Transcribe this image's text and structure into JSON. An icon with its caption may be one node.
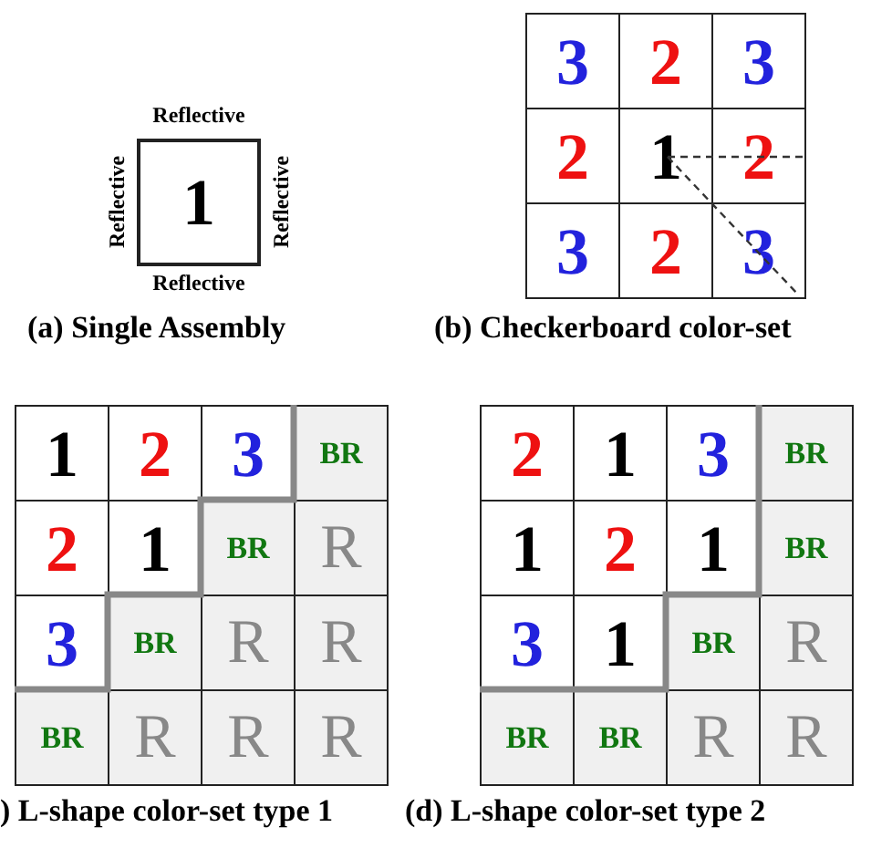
{
  "diagram": {
    "labels": [
      "Reflective",
      "Reflective",
      "1",
      "Reflective",
      "Reflective",
      "3",
      "2",
      "3",
      "2",
      "1",
      "2",
      "3",
      "2",
      "3",
      "(a) Single Assembly",
      "(b) Checkerboard color-set",
      "1",
      "2",
      "3",
      "BR",
      "2",
      "1",
      "BR",
      "R",
      "3",
      "BR",
      "R",
      "R",
      "BR",
      "R",
      "R",
      "R",
      "2",
      "1",
      "3",
      "BR",
      "1",
      "2",
      "1",
      "BR",
      "3",
      "1",
      "BR",
      "R",
      "BR",
      "BR",
      "R",
      "R",
      ") L-shape color-set type 1",
      "(d) L-shape color-set type 2"
    ]
  }
}
